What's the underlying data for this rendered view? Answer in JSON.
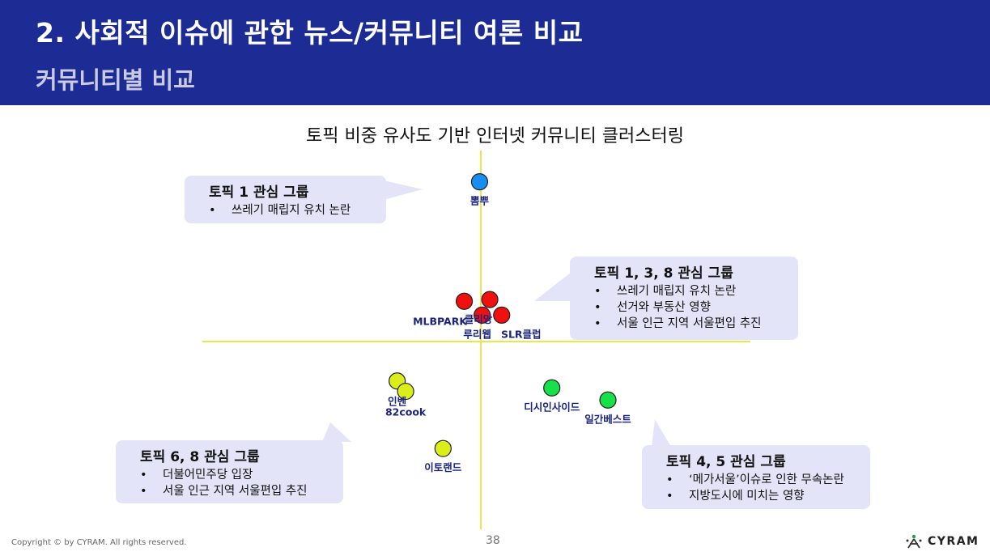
{
  "header": {
    "title": "2. 사회적 이슈에 관한 뉴스/커뮤니티 여론 비교",
    "subtitle": "커뮤니티별 비교"
  },
  "chart_data": {
    "type": "scatter",
    "title": "토픽 비중 유사도 기반 인터넷 커뮤니티 클러스터링",
    "xlabel": "",
    "ylabel": "",
    "grid": false,
    "axes": "center-cross",
    "points": [
      {
        "label": "뽐뿌",
        "x": -0.05,
        "y": 0.92,
        "color": "#1a8ef0",
        "cluster": "토픽 1"
      },
      {
        "label": "MLBPARK",
        "x": -0.95,
        "y": 0.23,
        "color": "#f01010",
        "cluster": "토픽 1, 3, 8"
      },
      {
        "label": "클리앙",
        "x": 0.55,
        "y": 0.24,
        "color": "#f01010",
        "cluster": "토픽 1, 3, 8"
      },
      {
        "label": "루리웹",
        "x": 0.1,
        "y": 0.15,
        "color": "#f01010",
        "cluster": "토픽 1, 3, 8"
      },
      {
        "label": "SLR클럽",
        "x": 1.25,
        "y": 0.15,
        "color": "#f01010",
        "cluster": "토픽 1, 3, 8"
      },
      {
        "label": "인벤",
        "x": -4.9,
        "y": -0.23,
        "color": "#dcee1a",
        "cluster": "토픽 6, 8"
      },
      {
        "label": "82cook",
        "x": -4.4,
        "y": -0.29,
        "color": "#dcee1a",
        "cluster": "토픽 6, 8"
      },
      {
        "label": "이토랜드",
        "x": -2.2,
        "y": -0.62,
        "color": "#dcee1a",
        "cluster": "토픽 6, 8"
      },
      {
        "label": "디시인사이드",
        "x": 4.2,
        "y": -0.27,
        "color": "#16e04a",
        "cluster": "토픽 4, 5"
      },
      {
        "label": "일간베스트",
        "x": 7.5,
        "y": -0.34,
        "color": "#16e04a",
        "cluster": "토픽 4, 5"
      }
    ]
  },
  "callouts": [
    {
      "title": "토픽 1 관심 그룹",
      "items": [
        "쓰레기 매립지 유치 논란"
      ]
    },
    {
      "title": "토픽 1, 3, 8 관심 그룹",
      "items": [
        "쓰레기 매립지 유치 논란",
        "선거와 부동산 영향",
        "서울 인근 지역 서울편입 추진"
      ]
    },
    {
      "title": "토픽 6, 8 관심 그룹",
      "items": [
        "더불어민주당 입장",
        "서울 인근 지역 서울편입 추진"
      ]
    },
    {
      "title": "토픽 4, 5 관심 그룹",
      "items": [
        "‘메가서울’이슈로 인한 무속논란",
        "지방도시에 미치는 영향"
      ]
    }
  ],
  "footer": {
    "copyright": "Copyright © by CYRAM. All rights reserved.",
    "page": "38",
    "logo": "CYRAM"
  },
  "colors": {
    "header_bg": "#1d2b95",
    "callout_bg": "#e4e4f8",
    "axis": "#e8e84a",
    "label_text": "#1a237e"
  }
}
